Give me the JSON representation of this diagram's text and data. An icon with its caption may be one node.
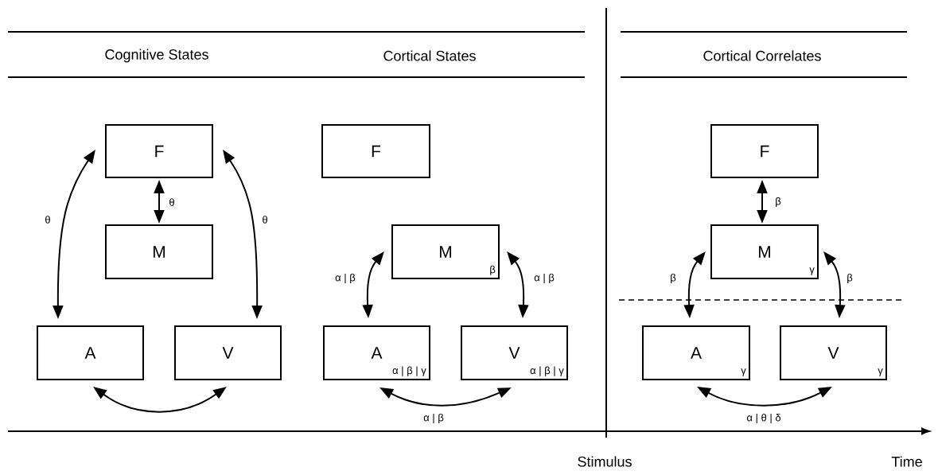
{
  "diagram": {
    "nodes": [
      {
        "text": [
          "F"
        ]
      },
      {
        "text": [
          "M"
        ]
      },
      {
        "text": [
          "A"
        ]
      },
      {
        "text": [
          "V"
        ]
      },
      {
        "text": [
          "F"
        ]
      },
      {
        "text": [
          "M",
          "β"
        ]
      },
      {
        "text": [
          "A",
          "α | β | γ"
        ]
      },
      {
        "text": [
          "V",
          "α | β | γ"
        ]
      },
      {
        "text": [
          "F"
        ]
      },
      {
        "text": [
          "M",
          "γ"
        ]
      },
      {
        "text": [
          "A",
          "γ"
        ]
      },
      {
        "text": [
          "V",
          "γ"
        ]
      }
    ],
    "edges": [
      {
        "from": 0,
        "to": 1,
        "arrow": "both",
        "label": "θ"
      },
      {
        "from": 0,
        "to": 2,
        "arrow": "both",
        "label": "θ"
      },
      {
        "from": 0,
        "to": 3,
        "arrow": "both",
        "label": "θ"
      },
      {
        "from": 2,
        "to": 3,
        "arrow": "both"
      },
      {
        "from": 5,
        "to": 6,
        "arrow": "both",
        "label": "α | β"
      },
      {
        "from": 5,
        "to": 7,
        "arrow": "both",
        "label": "α | β"
      },
      {
        "from": 6,
        "to": 7,
        "arrow": "both",
        "label": "α | β"
      },
      {
        "from": 8,
        "to": 9,
        "arrow": "both",
        "label": "β"
      },
      {
        "from": 9,
        "to": 10,
        "arrow": "both",
        "label": "β"
      },
      {
        "from": 9,
        "to": 11,
        "arrow": "both",
        "label": "β"
      },
      {
        "from": 10,
        "to": 11,
        "arrow": "both",
        "label": "α | θ | δ"
      }
    ],
    "labels": [
      "Cognitive States",
      "Cortical States",
      "Cortical Correlates",
      "Stimulus",
      "Time"
    ]
  }
}
